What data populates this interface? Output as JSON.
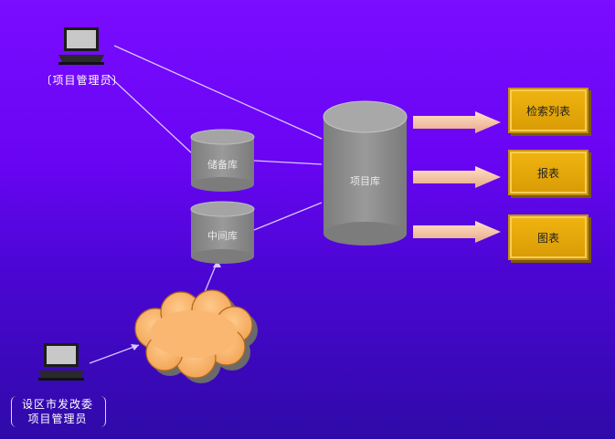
{
  "users": {
    "project_manager_label": "〔项目管理员〕",
    "commission_label_line1": "设区市发改委",
    "commission_label_line2": "项目管理员"
  },
  "databases": {
    "reserve_db": "储备库",
    "middle_db": "中间库",
    "project_db": "项目库"
  },
  "outputs": {
    "search_list": "检索列表",
    "report": "报表",
    "chart": "图表"
  },
  "colors": {
    "bg_top": "#7a0cff",
    "bg_bottom": "#2f0aa8",
    "cylinder": "#8a8a8a",
    "output_box": "#e6a70a",
    "arrow": "#f4c9a6",
    "cloud": "#f8b26b"
  },
  "icons": {
    "laptop": "laptop-icon",
    "cloud": "cloud-icon"
  }
}
